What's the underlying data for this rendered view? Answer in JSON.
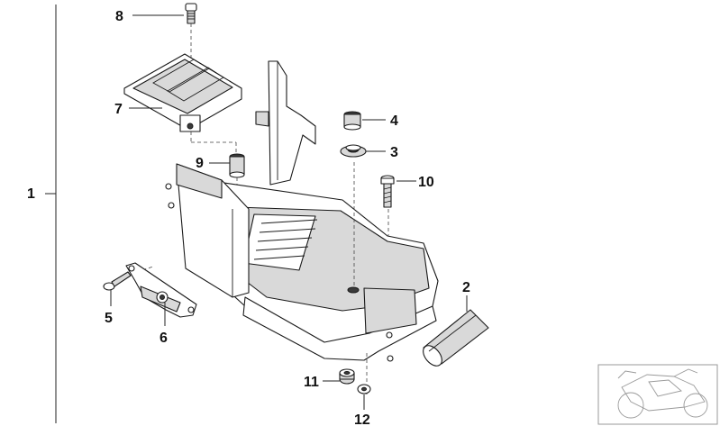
{
  "diagram": {
    "callouts": [
      {
        "id": "c1",
        "label": "1"
      },
      {
        "id": "c2",
        "label": "2"
      },
      {
        "id": "c3",
        "label": "3"
      },
      {
        "id": "c4",
        "label": "4"
      },
      {
        "id": "c5",
        "label": "5"
      },
      {
        "id": "c6",
        "label": "6"
      },
      {
        "id": "c7",
        "label": "7"
      },
      {
        "id": "c8",
        "label": "8"
      },
      {
        "id": "c9",
        "label": "9"
      },
      {
        "id": "c10",
        "label": "10"
      },
      {
        "id": "c11",
        "label": "11"
      },
      {
        "id": "c12",
        "label": "12"
      }
    ],
    "colors": {
      "line": "#1a1a1a",
      "shade": "#d9d9d9",
      "thumbnail": "#9a9a9a"
    }
  }
}
